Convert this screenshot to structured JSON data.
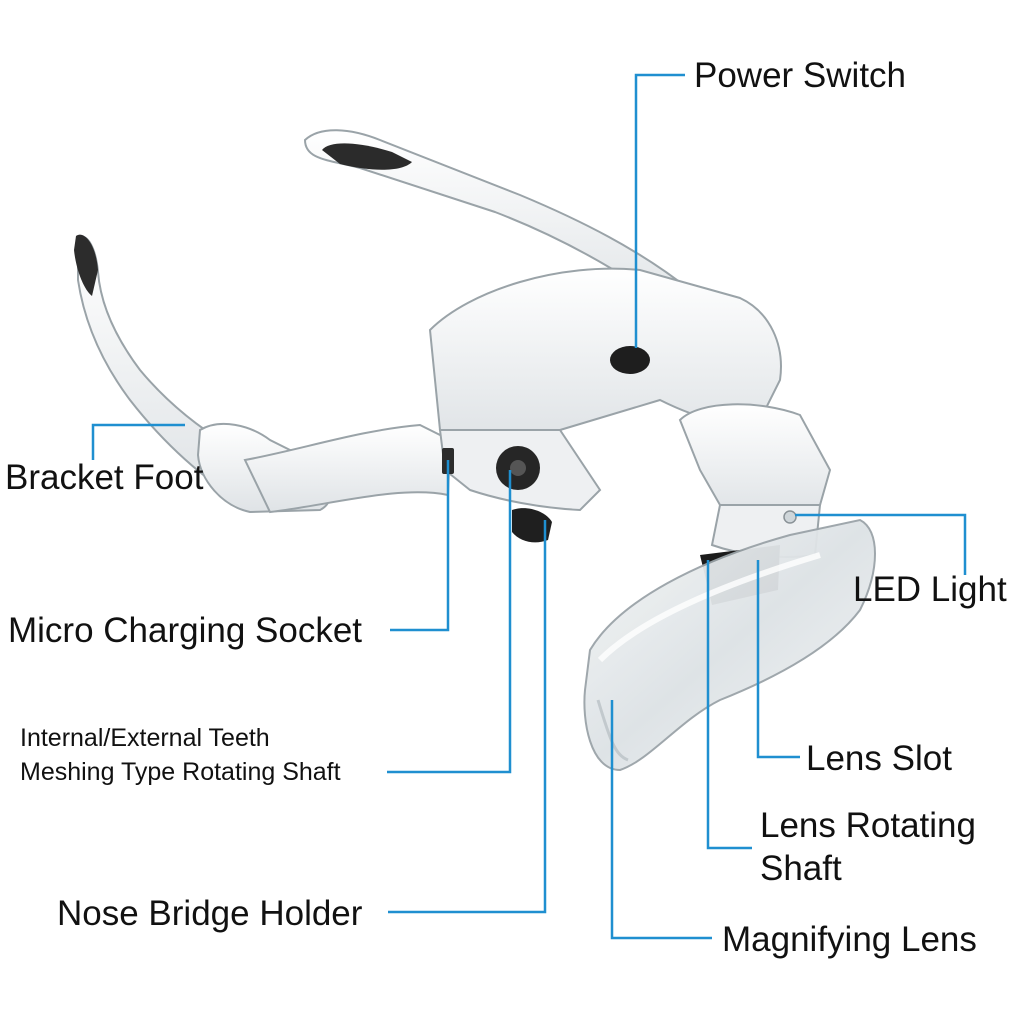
{
  "accent_color": "#1f8fd0",
  "labels": {
    "power_switch": "Power Switch",
    "bracket_foot": "Bracket Foot",
    "led_light": "LED Light",
    "micro_charging_socket": "Micro Charging Socket",
    "teeth_line1": "Internal/External Teeth",
    "teeth_line2": "Meshing Type Rotating Shaft",
    "lens_slot": "Lens Slot",
    "lens_rotating_line1": "Lens Rotating",
    "lens_rotating_line2": "Shaft",
    "nose_bridge_holder": "Nose Bridge Holder",
    "magnifying_lens": "Magnifying Lens"
  }
}
